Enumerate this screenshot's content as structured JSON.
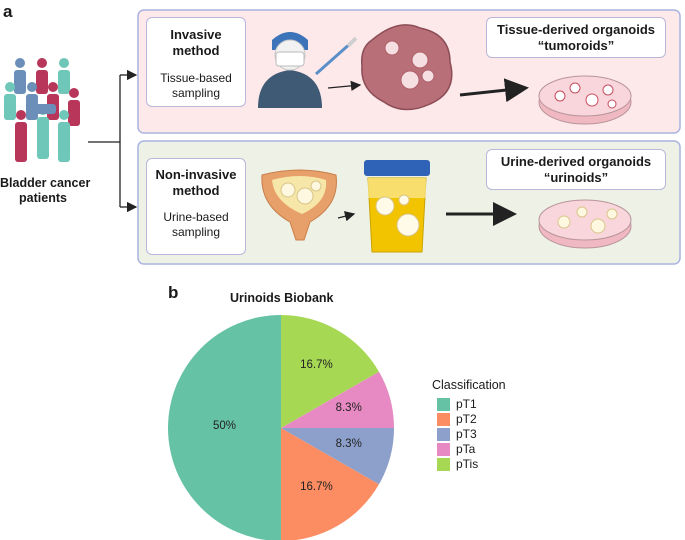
{
  "panel_a": {
    "letter": "a",
    "patients_label_line1": "Bladder cancer",
    "patients_label_line2": "patients",
    "invasive": {
      "title": "Invasive method",
      "sub_line1": "Tissue-based",
      "sub_line2": "sampling",
      "result_line1": "Tissue-derived organoids",
      "result_line2": "“tumoroids”"
    },
    "noninvasive": {
      "title_line1": "Non-invasive",
      "title_line2": "method",
      "sub_line1": "Urine-based",
      "sub_line2": "sampling",
      "result_line1": "Urine-derived organoids",
      "result_line2": "“urinoids”"
    },
    "colors": {
      "invasive_bg": "#fde8ea",
      "noninvasive_bg": "#eef2e6",
      "panel_border": "#a9b4e0"
    }
  },
  "panel_b": {
    "letter": "b"
  },
  "chart_data": {
    "type": "pie",
    "title": "Urinoids Biobank",
    "legend_title": "Classification",
    "legend_position": "right",
    "slices": [
      {
        "name": "pT1",
        "value": 50,
        "label": "50%",
        "color": "#66c2a5"
      },
      {
        "name": "pT2",
        "value": 16.7,
        "label": "16.7%",
        "color": "#fc8d62"
      },
      {
        "name": "pT3",
        "value": 8.3,
        "label": "8.3%",
        "color": "#8da0cb"
      },
      {
        "name": "pTa",
        "value": 8.3,
        "label": "8.3%",
        "color": "#e78ac3"
      },
      {
        "name": "pTis",
        "value": 16.7,
        "label": "16.7%",
        "color": "#a6d854"
      }
    ]
  }
}
